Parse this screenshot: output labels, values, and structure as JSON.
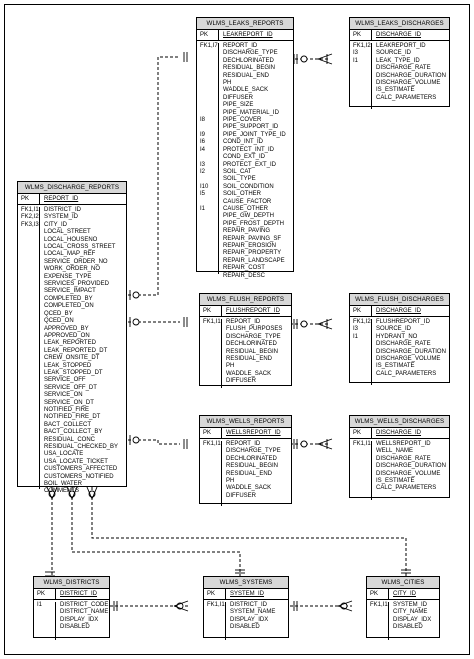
{
  "entities": {
    "leaks_reports": {
      "title": "WLMS_LEAKS_REPORTS",
      "pk_label": "PK",
      "pk_field": "LEAKREPORT_ID",
      "keys": "FK1,I7\n\n\n\n\n\n\n\n\n\nI8\n\nI9\nI6\nI4\n\nI3\nI2\n\nI10\nI5\n\nI1\n\n\n\n\n\n\n\n\n\n\n",
      "fields": "REPORT_ID\nDISCHARGE_TYPE\nDECHLORINATED\nRESIDUAL_BEGIN\nRESIDUAL_END\nPH\nWADDLE_SACK\nDIFFUSER\nPIPE_SIZE\nPIPE_MATERIAL_ID\nPIPE_COVER\nPIPE_SUPPORT_ID\nPIPE_JOINT_TYPE_ID\nCOND_INT_ID\nPROTECT_INT_ID\nCOND_EXT_ID\nPROTECT_EXT_ID\nSOIL_CAT\nSOIL_TYPE\nSOIL_CONDITION\nSOIL_OTHER\nCAUSE_FACTOR\nCAUSE_OTHER\nPIPE_GW_DEPTH\nPIPE_FROST_DEPTH\nREPAIR_PAVING\nREPAIR_PAVING_SF\nREPAIR_EROSION\nREPAIR_PROPERTY\nREPAIR_LANDSCAPE\nREPAIR_COST\nREPAIR_DESC"
    },
    "leaks_discharges": {
      "title": "WLMS_LEAKS_DISCHARGES",
      "pk_label": "PK",
      "pk_field": "DISCHARGE_ID",
      "keys": "FK1,I2\nI3\nI1\n\n\n\n\n",
      "fields": "LEAKREPORT_ID\nSOURCE_ID\nLEAK_TYPE_ID\nDISCHARGE_RATE\nDISCHARGE_DURATION\nDISCHARGE_VOLUME\nIS_ESTIMATE\nCALC_PARAMETERS"
    },
    "discharge_reports": {
      "title": "WLMS_DISCHARGE_REPORTS",
      "pk_label": "PK",
      "pk_field": "REPORT_ID",
      "keys": "FK1,I1\nFK2,I2\nFK3,I3\n\n\n\n\n\n\n\n\n\n\n\n\n\n\n\n\n\n\n\n\n\n\n\n\n\n\n\n\n\n\n\n\n\n\n",
      "fields": "DISTRICT_ID\nSYSTEM_ID\nCITY_ID\nLOCAL_STREET\nLOCAL_HOUSENO\nLOCAL_CROSS_STREET\nLOCAL_MAP_REF\nSERVICE_ORDER_NO\nWORK_ORDER_NO\nEXPENSE_TYPE\nSERVICES_PROVIDED\nSERVICE_IMPACT\nCOMPLETED_BY\nCOMPLETED_ON\nQCED_BY\nQCED_ON\nAPPROVED_BY\nAPPROVED_ON\nLEAK_REPORTED\nLEAK_REPORTED_DT\nCREW_ONSITE_DT\nLEAK_STOPPED\nLEAK_STOPPED_DT\nSERVICE_OFF\nSERVICE_OFF_DT\nSERVICE_ON\nSERVICE_ON_DT\nNOTIFIED_FIRE\nNOTIFIED_FIRE_DT\nBACT_COLLECT\nBACT_COLLECT_BY\nRESIDUAL_CONC\nRESIDUAL_CHECKED_BY\nUSA_LOCATE\nUSA_LOCATE_TICKET\nCUSTOMERS_AFFECTED\nCUSTOMERS_NOTIFIED\nBOIL_WATER\nCOMMENTS"
    },
    "flush_reports": {
      "title": "WLMS_FLUSH_REPORTS",
      "pk_label": "PK",
      "pk_field": "FLUSHREPORT_ID",
      "keys": "FK1,I1\n\n\n\n\n\n\n",
      "fields": "REPORT_ID\nFLUSH_PURPOSES\nDISCHARGE_TYPE\nDECHLORINATED\nRESIDUAL_BEGIN\nRESIDUAL_END\nPH\nWADDLE_SACK\nDIFFUSER"
    },
    "flush_discharges": {
      "title": "WLMS_FLUSH_DISCHARGES",
      "pk_label": "PK",
      "pk_field": "DISCHARGE_ID",
      "keys": "FK1,I2\nI3\nI1\n\n\n\n\n",
      "fields": "FLUSHREPORT_ID\nSOURCE_ID\nHYDRANT_NO\nDISCHARGE_RATE\nDISCHARGE_DURATION\nDISCHARGE_VOLUME\nIS_ESTIMATE\nCALC_PARAMETERS"
    },
    "wells_reports": {
      "title": "WLMS_WELLS_REPORTS",
      "pk_label": "PK",
      "pk_field": "WELLSREPORT_ID",
      "keys": "FK1,I1\n\n\n\n\n\n\n",
      "fields": "REPORT_ID\nDISCHARGE_TYPE\nDECHLORINATED\nRESIDUAL_BEGIN\nRESIDUAL_END\nPH\nWADDLE_SACK\nDIFFUSER"
    },
    "wells_discharges": {
      "title": "WLMS_WELLS_DISCHARGES",
      "pk_label": "PK",
      "pk_field": "DISCHARGE_ID",
      "keys": "FK1,I1\n\n\n\n\n\n",
      "fields": "WELLSREPORT_ID\nWELL_NAME\nDISCHARGE_RATE\nDISCHARGE_DURATION\nDISCHARGE_VOLUME\nIS_ESTIMATE\nCALC_PARAMETERS"
    },
    "districts": {
      "title": "WLMS_DISTRICTS",
      "pk_label": "PK",
      "pk_field": "DISTRICT_ID",
      "keys": "I1\n\n\n",
      "fields": "DISTRICT_CODE\nDISTRICT_NAME\nDISPLAY_IDX\nDISABLED"
    },
    "systems": {
      "title": "WLMS_SYSTEMS",
      "pk_label": "PK",
      "pk_field": "SYSTEM_ID",
      "keys": "FK1,I1\n\n\n",
      "fields": "DISTRICT_ID\nSYSTEM_NAME\nDISPLAY_IDX\nDISABLED"
    },
    "cities": {
      "title": "WLMS_CITIES",
      "pk_label": "PK",
      "pk_field": "CITY_ID",
      "keys": "FK1,I1\n\n\n",
      "fields": "SYSTEM_ID\nCITY_NAME\nDISPLAY_IDX\nDISABLED"
    }
  }
}
